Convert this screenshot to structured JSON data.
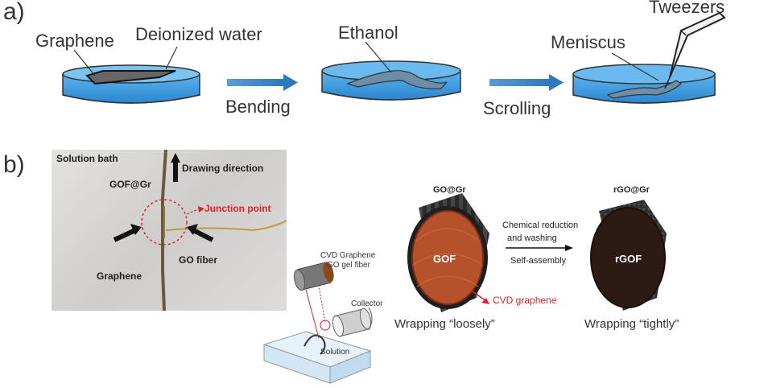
{
  "panel_a": {
    "label": "a)",
    "graphene": "Graphene",
    "deionized_water": "Deionized water",
    "ethanol": "Ethanol",
    "tweezers": "Tweezers",
    "meniscus": "Meniscus",
    "bending": "Bending",
    "scrolling": "Scrolling"
  },
  "panel_b": {
    "label": "b)",
    "photo": {
      "solution_bath": "Solution bath",
      "gof_gr": "GOF@Gr",
      "drawing_direction": "Drawing direction",
      "junction_point": "Junction point",
      "graphene": "Graphene",
      "go_fiber": "GO fiber"
    },
    "setup": {
      "cvd_graphene": "CVD Graphene",
      "go_gel_fiber": "GO gel fiber",
      "collector": "Collector",
      "solution": "Solution"
    },
    "cylinders": {
      "go_gr": "GO@Gr",
      "rgo_gr": "rGO@Gr",
      "gof": "GOF",
      "rgof": "rGOF",
      "chemical_reduction": "Chemical reduction",
      "and_washing": "and washing",
      "self_assembly": "Self-assembly",
      "cvd_graphene": "CVD graphene",
      "wrapping_loosely": "Wrapping “loosely”",
      "wrapping_tightly": "Wrapping “tightly”"
    }
  },
  "colors": {
    "water": "#3d9ee0",
    "arrow_blue": "#3b84c4",
    "red_label": "#e0202a",
    "gof_core": "#b5522c",
    "rgof_core": "#2e1a14"
  }
}
